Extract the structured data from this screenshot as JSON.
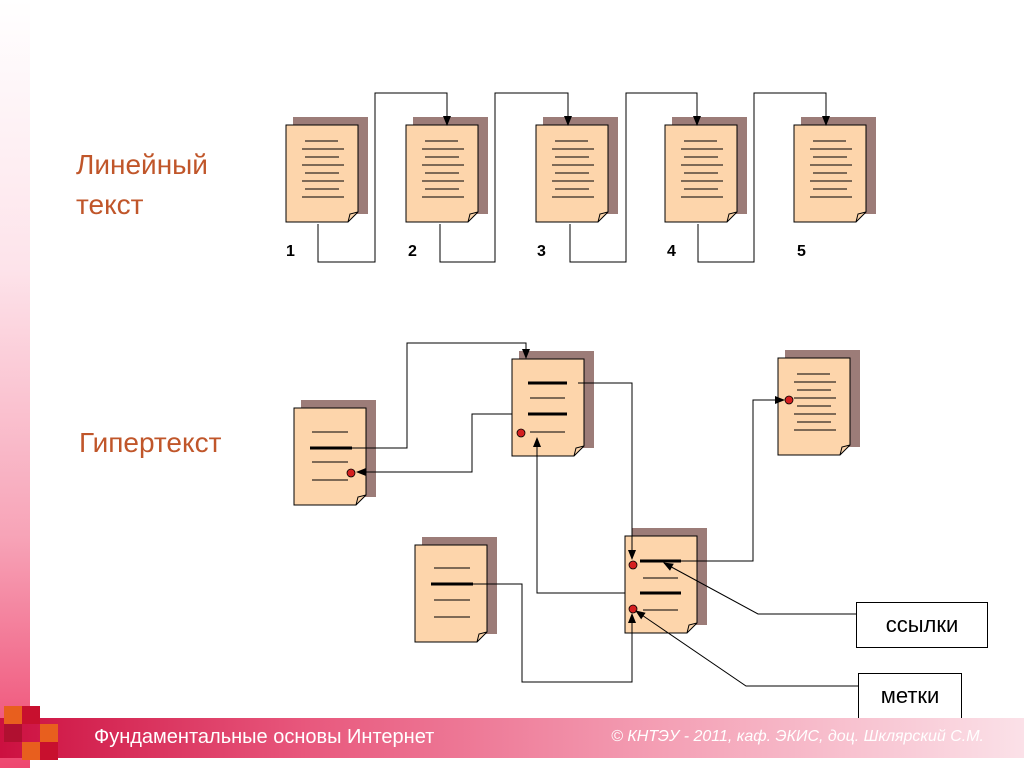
{
  "sections": {
    "linear_line1": "Линейный",
    "linear_line2": "текст",
    "hypertext": "Гипертекст"
  },
  "linear_docs": [
    "1",
    "2",
    "3",
    "4",
    "5"
  ],
  "labels": {
    "links": "ссылки",
    "marks": "метки"
  },
  "footer": {
    "title": "Фундаментальные основы Интернет",
    "credit": "© КНТЭУ - 2011, каф. ЭКИС, доц. Шклярский С.М."
  },
  "colors": {
    "title": "#c0562a",
    "doc_fill": "#fdd5ab",
    "doc_shadow": "#9c7c78",
    "marker": "#d52020",
    "footer_start": "#cc1040"
  }
}
